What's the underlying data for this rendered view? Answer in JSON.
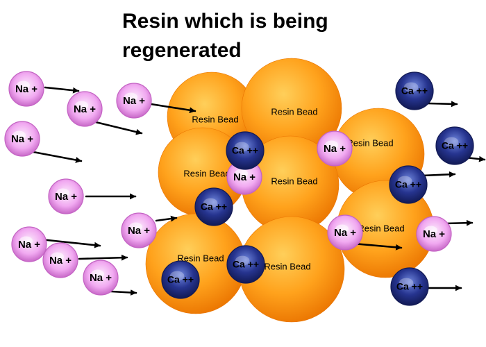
{
  "title": "Resin which is being regenerated",
  "colors": {
    "bead_light": "#ffcf5a",
    "bead_mid": "#ffa21c",
    "bead_dark": "#ea7400",
    "na_light": "#fcecfc",
    "na_mid": "#f1a9f1",
    "na_dark": "#c463c4",
    "ca_light": "#6f86dd",
    "ca_mid": "#26348f",
    "ca_dark": "#121a55",
    "arrow": "#000000",
    "text": "#000000"
  },
  "labels": {
    "bead": "Resin Bead",
    "na": "Na +",
    "ca": "Ca ++"
  },
  "beads": [
    {
      "id": "bead-top-left",
      "label": "Resin Bead"
    },
    {
      "id": "bead-top-center",
      "label": "Resin Bead"
    },
    {
      "id": "bead-right",
      "label": "Resin Bead"
    },
    {
      "id": "bead-mid-left",
      "label": "Resin Bead"
    },
    {
      "id": "bead-center",
      "label": "Resin Bead"
    },
    {
      "id": "bead-lower-right",
      "label": "Resin Bead"
    },
    {
      "id": "bead-bottom-left",
      "label": "Resin Bead"
    },
    {
      "id": "bead-bottom-center",
      "label": "Resin Bead"
    }
  ],
  "ions": [
    {
      "type": "na",
      "label": "Na +"
    },
    {
      "type": "na",
      "label": "Na +"
    },
    {
      "type": "na",
      "label": "Na +"
    },
    {
      "type": "na",
      "label": "Na +"
    },
    {
      "type": "na",
      "label": "Na +"
    },
    {
      "type": "na",
      "label": "Na +"
    },
    {
      "type": "na",
      "label": "Na +"
    },
    {
      "type": "na",
      "label": "Na +"
    },
    {
      "type": "na",
      "label": "Na +"
    },
    {
      "type": "na",
      "label": "Na +"
    },
    {
      "type": "na",
      "label": "Na +"
    },
    {
      "type": "na",
      "label": "Na +"
    },
    {
      "type": "na",
      "label": "Na +"
    },
    {
      "type": "ca",
      "label": "Ca ++"
    },
    {
      "type": "ca",
      "label": "Ca ++"
    },
    {
      "type": "ca",
      "label": "Ca ++"
    },
    {
      "type": "ca",
      "label": "Ca ++"
    },
    {
      "type": "ca",
      "label": "Ca ++"
    },
    {
      "type": "ca",
      "label": "Ca ++"
    },
    {
      "type": "ca",
      "label": "Ca ++"
    },
    {
      "type": "ca",
      "label": "Ca ++"
    }
  ]
}
